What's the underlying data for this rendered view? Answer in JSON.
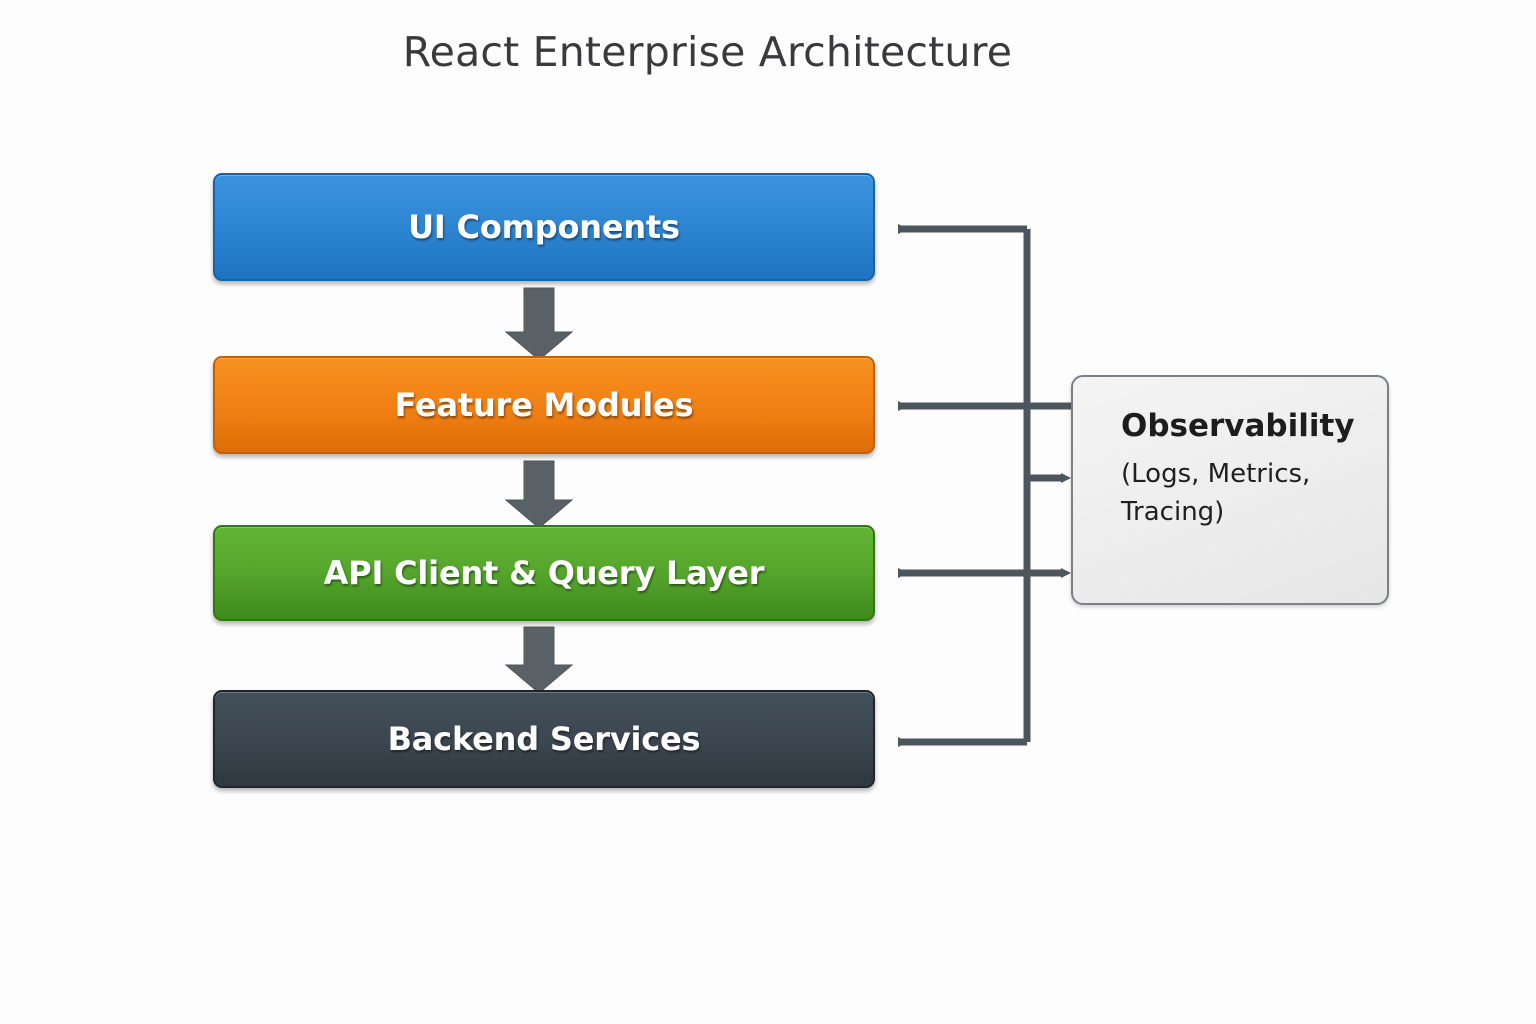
{
  "diagram": {
    "title": "React Enterprise Architecture",
    "background_color": "#ffffff",
    "layers": [
      {
        "id": "ui",
        "label": "UI Components",
        "color": "#2f87d4"
      },
      {
        "id": "feature",
        "label": "Feature Modules",
        "color": "#f28115"
      },
      {
        "id": "api",
        "label": "API Client & Query Layer",
        "color": "#55a52c"
      },
      {
        "id": "backend",
        "label": "Backend Services",
        "color": "#3c4751"
      }
    ],
    "side_box": {
      "title": "Observability",
      "subtitle": "(Logs, Metrics, Tracing)",
      "fill_color": "#ededed",
      "border_color": "#7a8088"
    },
    "connectors": {
      "color": "#4d555d",
      "flow_arrows": [
        {
          "from": "UI Components",
          "to": "Feature Modules"
        },
        {
          "from": "Feature Modules",
          "to": "API Client & Query Layer"
        },
        {
          "from": "API Client & Query Layer",
          "to": "Backend Services"
        }
      ],
      "observability_links": [
        {
          "from": "Observability",
          "to": "UI Components",
          "direction": "left"
        },
        {
          "from": "Observability",
          "to": "Feature Modules",
          "direction": "left"
        },
        {
          "from": "Observability",
          "to": "API Client & Query Layer",
          "direction": "bidirectional"
        },
        {
          "from": "Observability",
          "to": "Backend Services",
          "direction": "left"
        },
        {
          "from": "Feature Modules",
          "to": "Observability",
          "direction": "right"
        },
        {
          "from": "API Client & Query Layer",
          "to": "Observability",
          "direction": "right"
        }
      ]
    }
  }
}
